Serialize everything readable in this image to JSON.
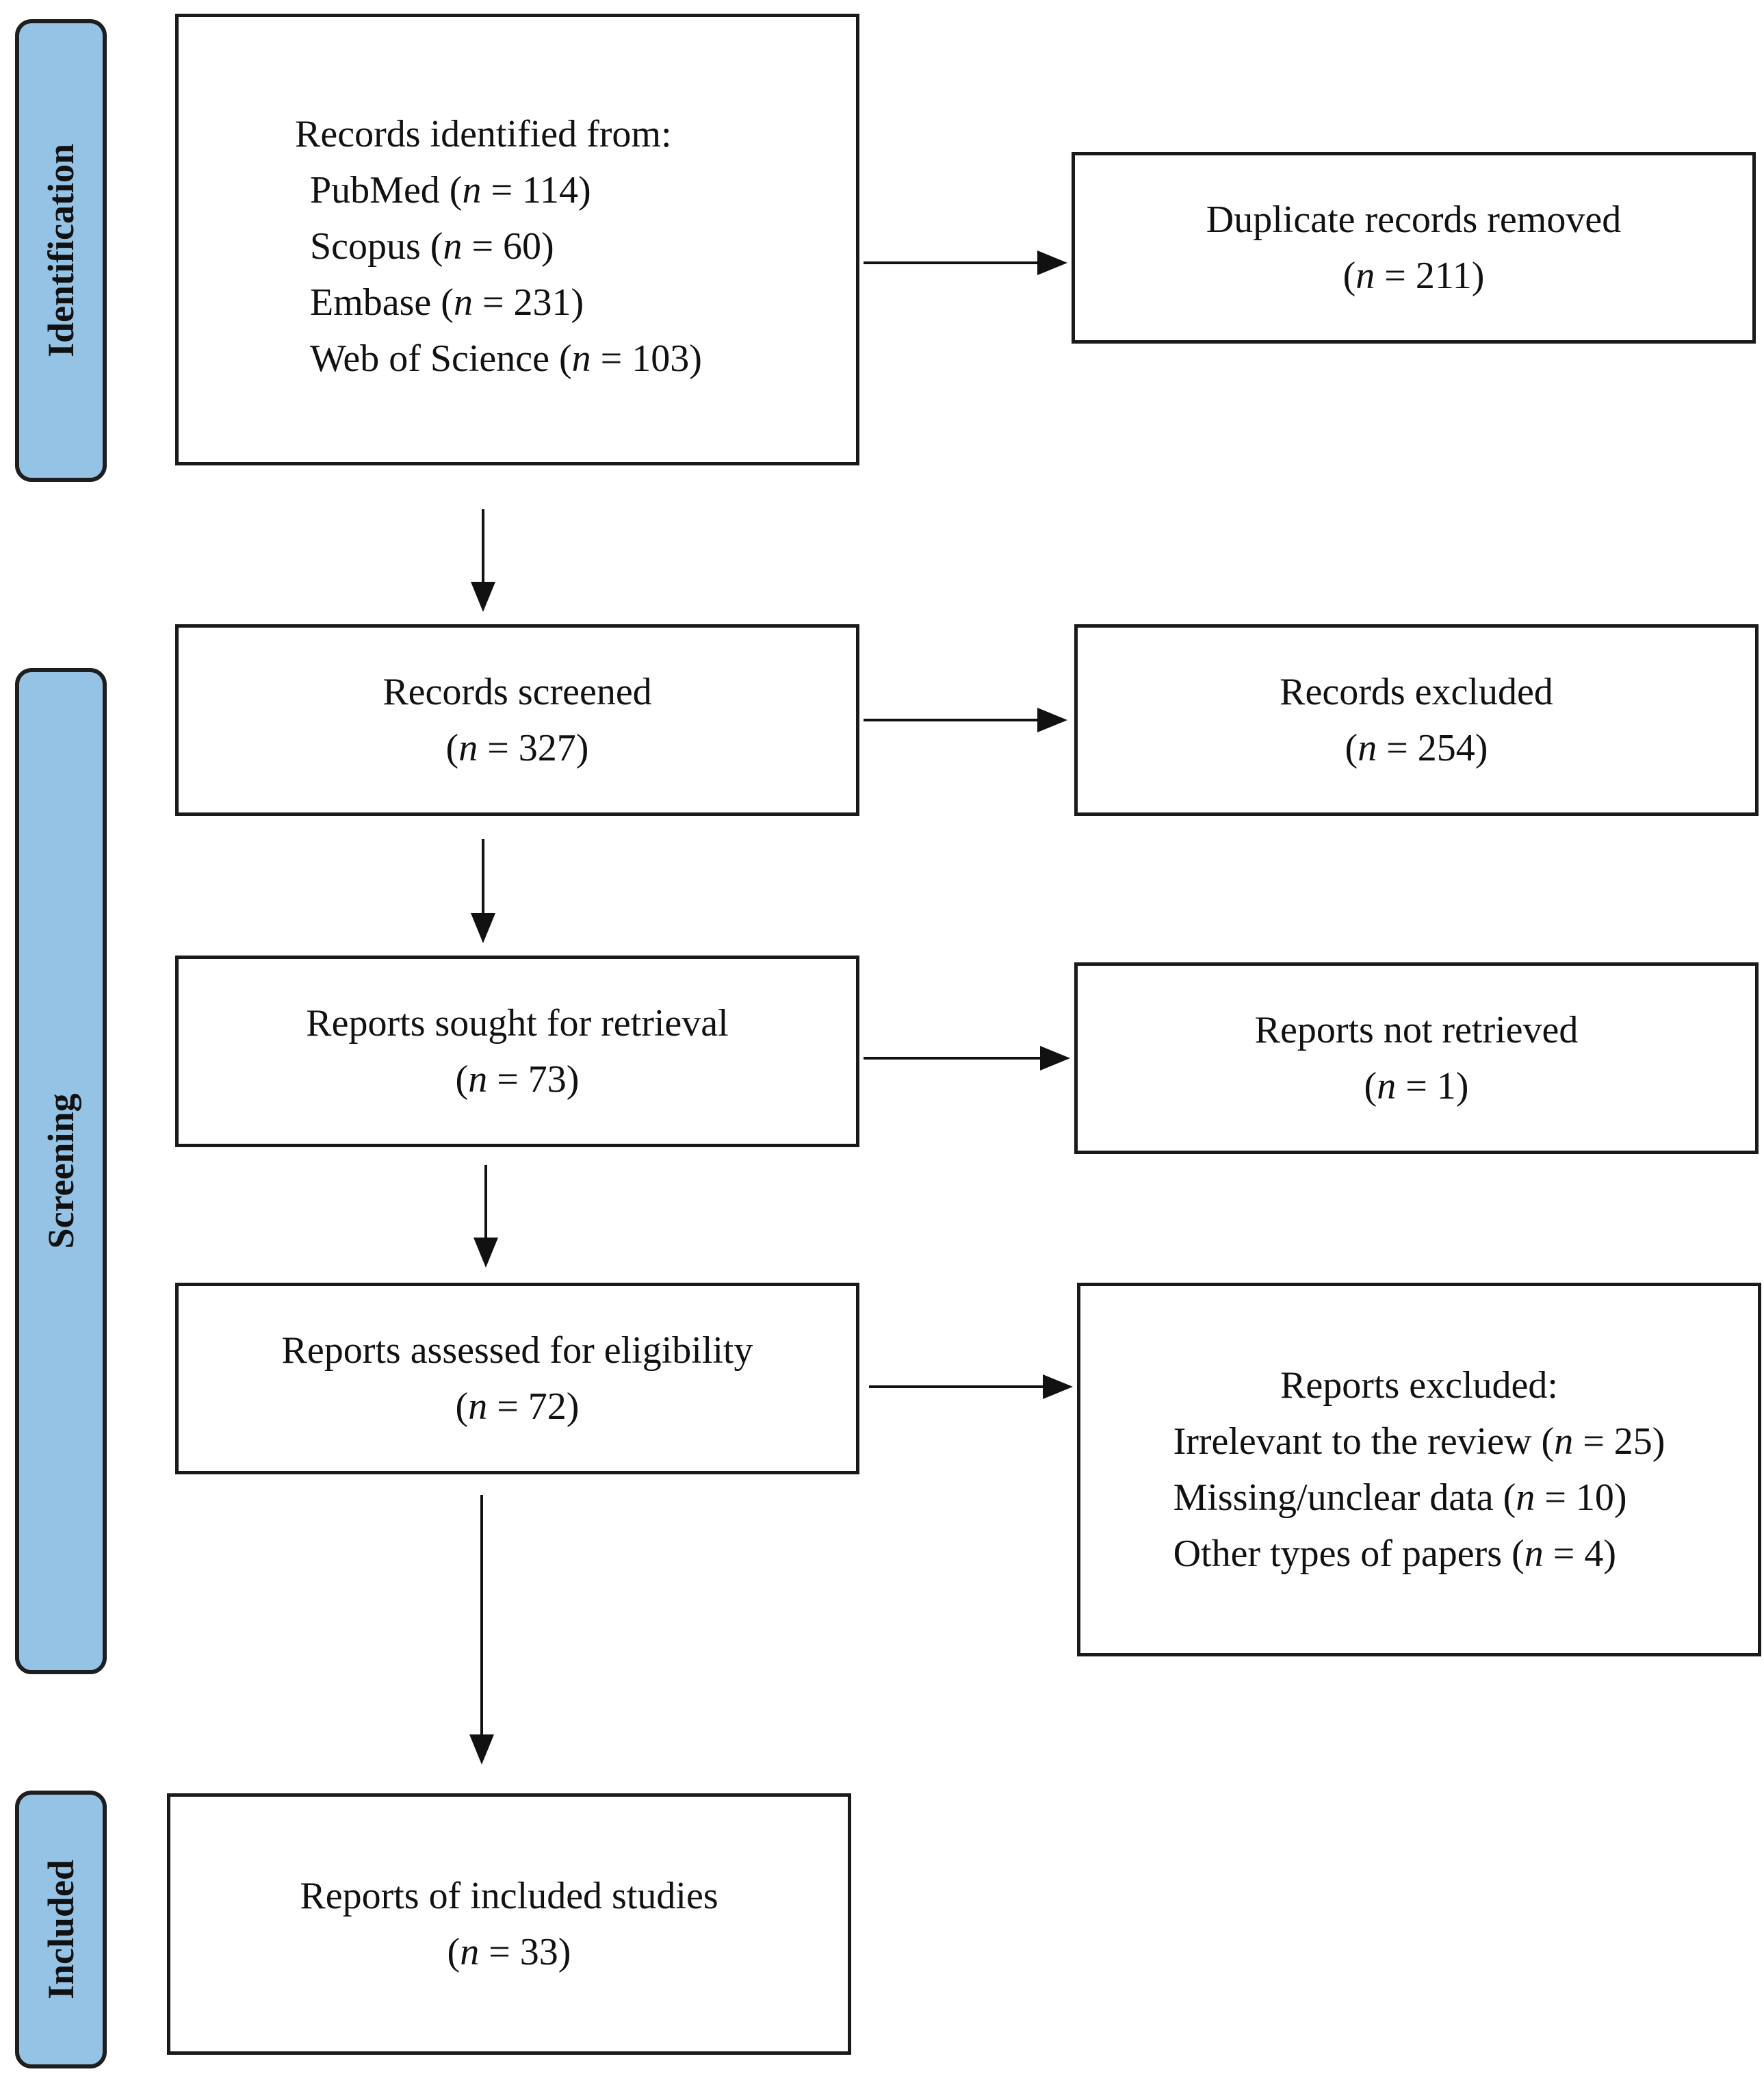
{
  "phases": {
    "identification": "Identification",
    "screening": "Screening",
    "included": "Included"
  },
  "identified": {
    "heading": "Records identified from:",
    "sources": [
      {
        "name": "PubMed",
        "n": "114"
      },
      {
        "name": "Scopus",
        "n": "60"
      },
      {
        "name": "Embase",
        "n": "231"
      },
      {
        "name": "Web of Science",
        "n": "103"
      }
    ]
  },
  "duplicates": {
    "label": "Duplicate records removed",
    "n": "211"
  },
  "screened": {
    "label": "Records screened",
    "n": "327"
  },
  "excluded": {
    "label": "Records excluded",
    "n": "254"
  },
  "sought": {
    "label": "Reports sought for retrieval",
    "n": "73"
  },
  "not_retrieved": {
    "label": "Reports not retrieved",
    "n": "1"
  },
  "assessed": {
    "label": "Reports assessed for eligibility",
    "n": "72"
  },
  "reports_excluded": {
    "heading": "Reports excluded:",
    "reasons": [
      {
        "name": "Irrelevant to the review",
        "n": "25"
      },
      {
        "name": "Missing/unclear data",
        "n": "10"
      },
      {
        "name": "Other types of papers",
        "n": "4"
      }
    ]
  },
  "included_studies": {
    "label": "Reports of included studies",
    "n": "33"
  }
}
